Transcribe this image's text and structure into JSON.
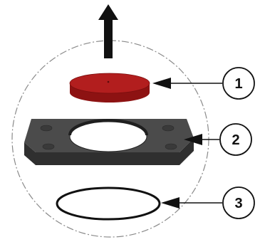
{
  "callouts": [
    {
      "label": "1"
    },
    {
      "label": "2"
    },
    {
      "label": "3"
    }
  ],
  "colors": {
    "disc_top": "#b21e1e",
    "disc_side": "#8d1212",
    "plate_top": "#4b4b4b",
    "plate_side": "#2f2f2f",
    "ring": "#111111",
    "leader": "#111111",
    "dashed_circle": "#8a8a8a"
  },
  "icons": {
    "arrow": "up-arrow-icon"
  }
}
